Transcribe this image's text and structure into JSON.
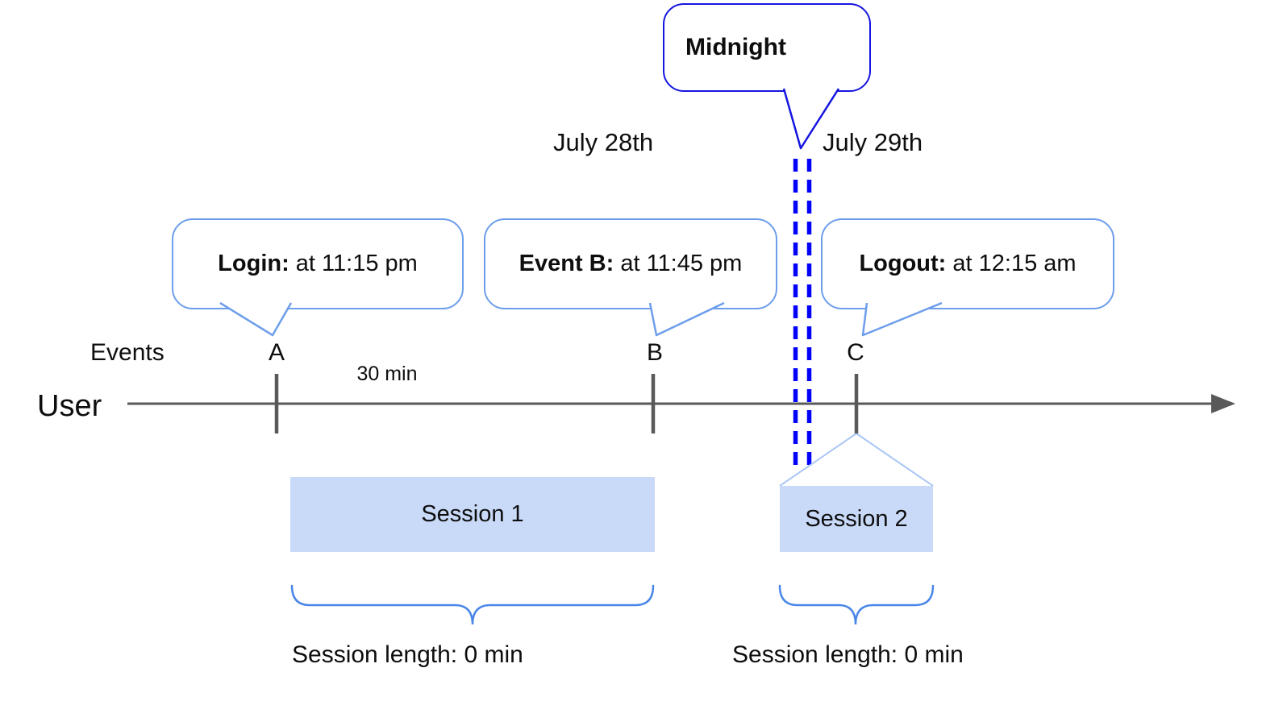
{
  "diagram": {
    "midnight_bubble": {
      "label": "Midnight"
    },
    "dates": {
      "left": "July 28th",
      "right": "July 29th"
    },
    "axis": {
      "events_label": "Events",
      "user_label": "User",
      "interval_label": "30 min",
      "ticks": [
        {
          "label": "A"
        },
        {
          "label": "B"
        },
        {
          "label": "C"
        }
      ]
    },
    "event_bubbles": [
      {
        "title": "Login:",
        "detail": " at 11:15 pm"
      },
      {
        "title": "Event B:",
        "detail": " at 11:45 pm"
      },
      {
        "title": "Logout:",
        "detail": " at 12:15 am"
      }
    ],
    "sessions": [
      {
        "label": "Session 1",
        "length_label": "Session length: 0 min"
      },
      {
        "label": "Session 2",
        "length_label": "Session length: 0 min"
      }
    ],
    "colors": {
      "midnight_border": "#1515e0",
      "midnight_dash": "#0202fa",
      "bubble_border": "#6d9eeb",
      "brace": "#4a86e8",
      "session_fill": "#c9daf8",
      "callout_light": "#abc7f6",
      "timeline_gray": "#595959",
      "text": "#0e0e0e"
    }
  }
}
